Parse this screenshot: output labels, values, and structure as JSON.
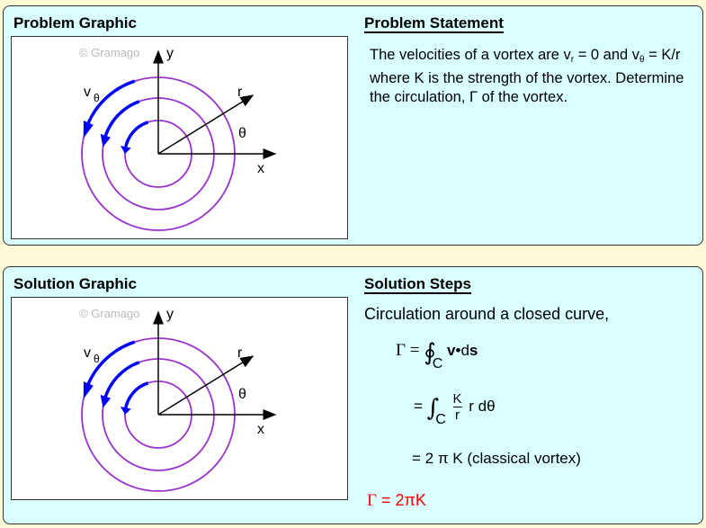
{
  "problem": {
    "graphic_title": "Problem Graphic",
    "statement_title": "Problem Statement",
    "statement": {
      "p1": "The velocities of a vortex are v",
      "sub_r": "r",
      "p2": " = 0 and v",
      "sub_theta": "θ",
      "p3": " = K/r where K is the strength of the vortex. Determine the circulation, Γ of the vortex."
    }
  },
  "diagram": {
    "watermark": "© Gramago",
    "y_label": "y",
    "x_label": "x",
    "r_label": "r",
    "theta_label": "θ",
    "v_label": "v",
    "v_sub": "θ",
    "colors": {
      "circles": "#9933cc",
      "arrows": "#0000ff"
    }
  },
  "solution": {
    "graphic_title": "Solution Graphic",
    "steps_title": "Solution Steps",
    "intro": "Circulation around a closed curve,",
    "eq1": {
      "lhs": "Γ =",
      "integral": "∮",
      "sub": "C",
      "v": "v",
      "dot": "•d",
      "s": "s"
    },
    "eq2": {
      "eq": "=",
      "integral": "∫",
      "sub": "C",
      "num": "K",
      "den": "r",
      "rest": "r dθ"
    },
    "eq3": "= 2 π K  (classical vortex)",
    "answer": {
      "lhs": "Γ",
      "rhs": " = 2πK",
      "color": "#ff0000"
    }
  }
}
